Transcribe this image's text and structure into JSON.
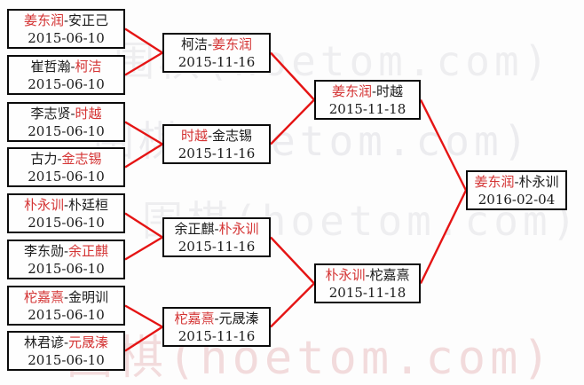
{
  "watermark": {
    "text": "围棋(hoetom.com)"
  },
  "colors": {
    "line": "#e51414",
    "winner": "#d43434",
    "text": "#1a1a1a",
    "border": "#000000",
    "background": "#fdfdfd"
  },
  "rounds": [
    {
      "matches": [
        {
          "left": "姜东润",
          "right": "安正己",
          "winner": "left",
          "date": "2015-06-10"
        },
        {
          "left": "崔哲瀚",
          "right": "柯洁",
          "winner": "right",
          "date": "2015-06-10"
        },
        {
          "left": "李志贤",
          "right": "时越",
          "winner": "right",
          "date": "2015-06-10"
        },
        {
          "left": "古力",
          "right": "金志锡",
          "winner": "right",
          "date": "2015-06-10"
        },
        {
          "left": "朴永训",
          "right": "朴廷桓",
          "winner": "left",
          "date": "2015-06-10"
        },
        {
          "left": "李东勋",
          "right": "余正麒",
          "winner": "right",
          "date": "2015-06-10"
        },
        {
          "left": "柁嘉熹",
          "right": "金明训",
          "winner": "left",
          "date": "2015-06-10"
        },
        {
          "left": "林君谚",
          "right": "元晟溱",
          "winner": "right",
          "date": "2015-06-10"
        }
      ]
    },
    {
      "matches": [
        {
          "left": "柯洁",
          "right": "姜东润",
          "winner": "right",
          "date": "2015-11-16"
        },
        {
          "left": "时越",
          "right": "金志锡",
          "winner": "left",
          "date": "2015-11-16"
        },
        {
          "left": "余正麒",
          "right": "朴永训",
          "winner": "right",
          "date": "2015-11-16"
        },
        {
          "left": "柁嘉熹",
          "right": "元晟溱",
          "winner": "left",
          "date": "2015-11-16"
        }
      ]
    },
    {
      "matches": [
        {
          "left": "姜东润",
          "right": "时越",
          "winner": "left",
          "date": "2015-11-18"
        },
        {
          "left": "朴永训",
          "right": "柁嘉熹",
          "winner": "left",
          "date": "2015-11-18"
        }
      ]
    },
    {
      "matches": [
        {
          "left": "姜东润",
          "right": "朴永训",
          "winner": "left",
          "date": "2016-02-04"
        }
      ]
    }
  ]
}
